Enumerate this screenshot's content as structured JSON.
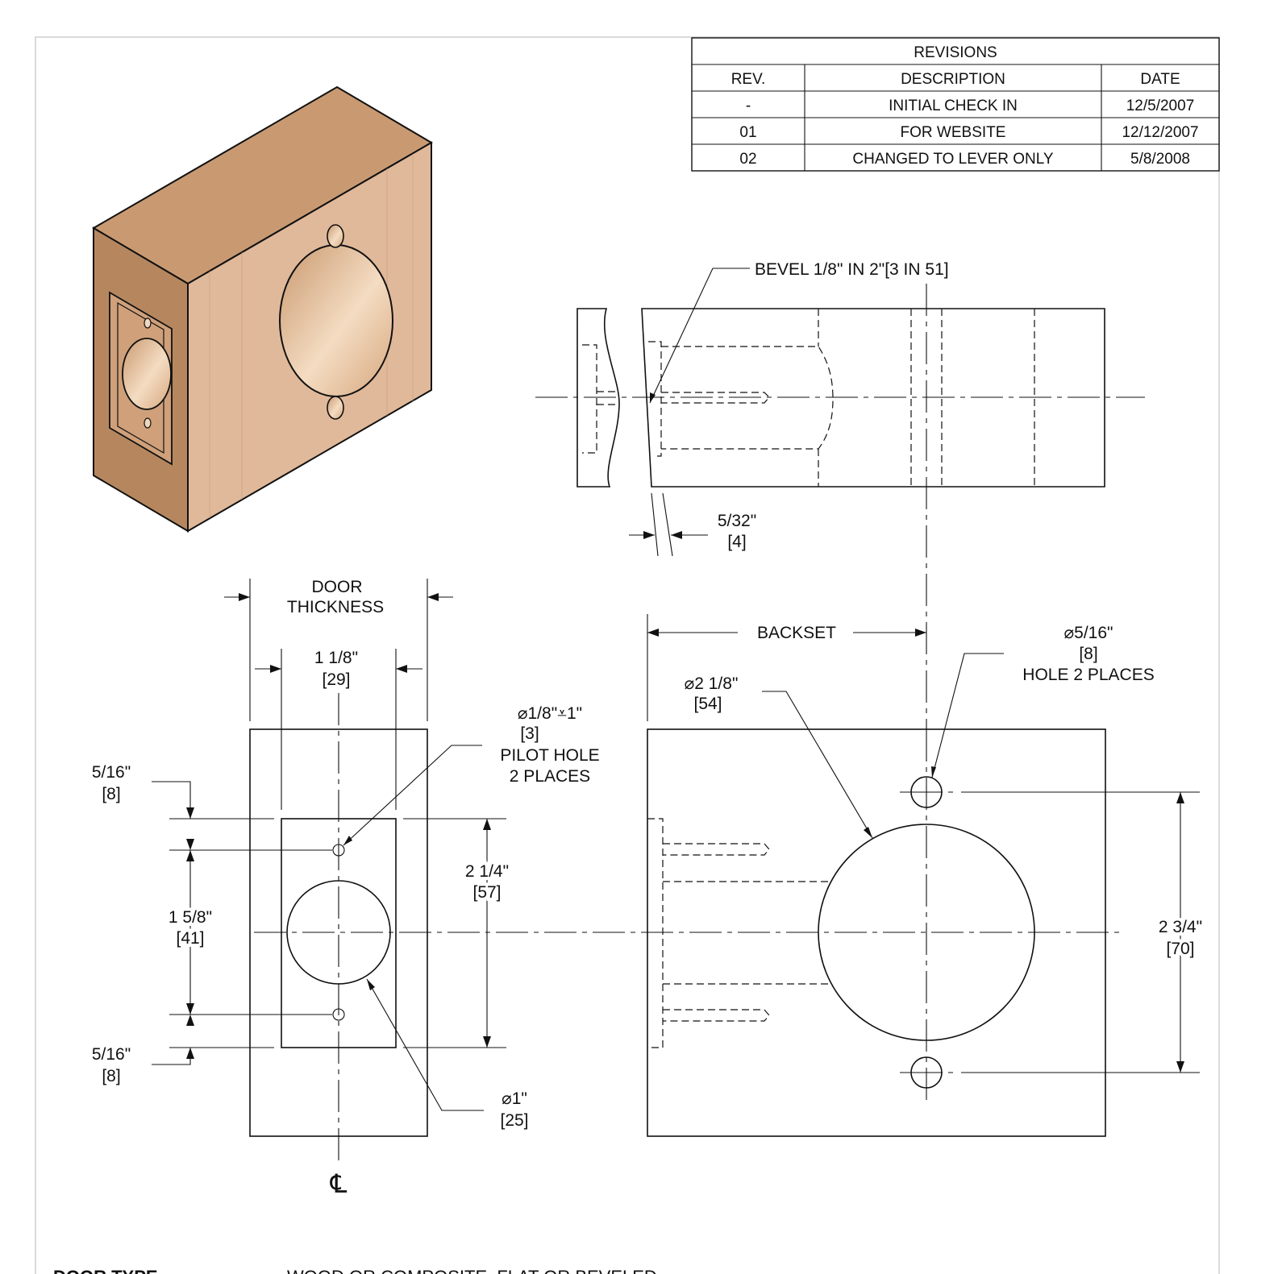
{
  "revisions": {
    "title": "REVISIONS",
    "headers": [
      "REV.",
      "DESCRIPTION",
      "DATE"
    ],
    "rows": [
      [
        "-",
        "INITIAL CHECK IN",
        "12/5/2007"
      ],
      [
        "01",
        "FOR WEBSITE",
        "12/12/2007"
      ],
      [
        "02",
        "CHANGED TO LEVER ONLY",
        "5/8/2008"
      ]
    ]
  },
  "callouts": {
    "bevel": "BEVEL 1/8\" IN 2\"[3 IN 51]",
    "bevel_offset": "5/32\"",
    "bevel_offset_mm": "[4]",
    "door_thickness_1": "DOOR",
    "door_thickness_2": "THICKNESS",
    "faceplate_width": "1 1/8\"",
    "faceplate_width_mm": "[29]",
    "pilot_dia": "⌀1/8\"⩡1\"",
    "pilot_dia_mm": "[3]",
    "pilot_note_1": "PILOT HOLE",
    "pilot_note_2": "2 PLACES",
    "top_offset": "5/16\"",
    "top_offset_mm": "[8]",
    "pilot_spacing": "1 5/8\"",
    "pilot_spacing_mm": "[41]",
    "bottom_offset": "5/16\"",
    "bottom_offset_mm": "[8]",
    "faceplate_height": "2 1/4\"",
    "faceplate_height_mm": "[57]",
    "edge_bore_dia": "⌀1\"",
    "edge_bore_dia_mm": "[25]",
    "centerline": "℄",
    "backset": "BACKSET",
    "bore_dia": "⌀2 1/8\"",
    "bore_dia_mm": "[54]",
    "screw_hole_dia": "⌀5/16\"",
    "screw_hole_dia_mm": "[8]",
    "screw_hole_note": "HOLE 2 PLACES",
    "screw_hole_spacing": "2 3/4\"",
    "screw_hole_spacing_mm": "[70]"
  },
  "notes": {
    "door_type_label": "DOOR TYPE",
    "door_type_value": "WOOD OR COMPOSITE, FLAT OR BEVELED"
  },
  "colors": {
    "wood_face": "#e0b99a",
    "wood_top": "#c99a72",
    "wood_side": "#b6875f",
    "bore_inner": "#efd2b4"
  }
}
